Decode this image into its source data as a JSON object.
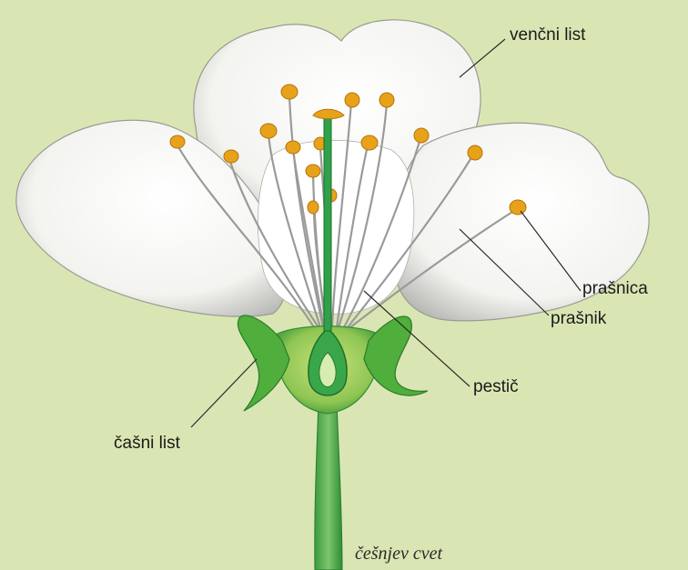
{
  "labels": {
    "petal": "venčni list",
    "anther": "prašnica",
    "stamen": "prašnik",
    "pistil": "pestič",
    "sepal": "čašni list"
  },
  "caption": "češnjev cvet",
  "colors": {
    "background": "#d9e6b3",
    "petal_fill": "#fbfbf8",
    "petal_shade": "#b8b8b4",
    "filament": "#9a9a9a",
    "anther": "#e8a21a",
    "pistil": "#2fa14a",
    "sepal": "#4fae3c",
    "leader_line": "#2a2a2a"
  }
}
